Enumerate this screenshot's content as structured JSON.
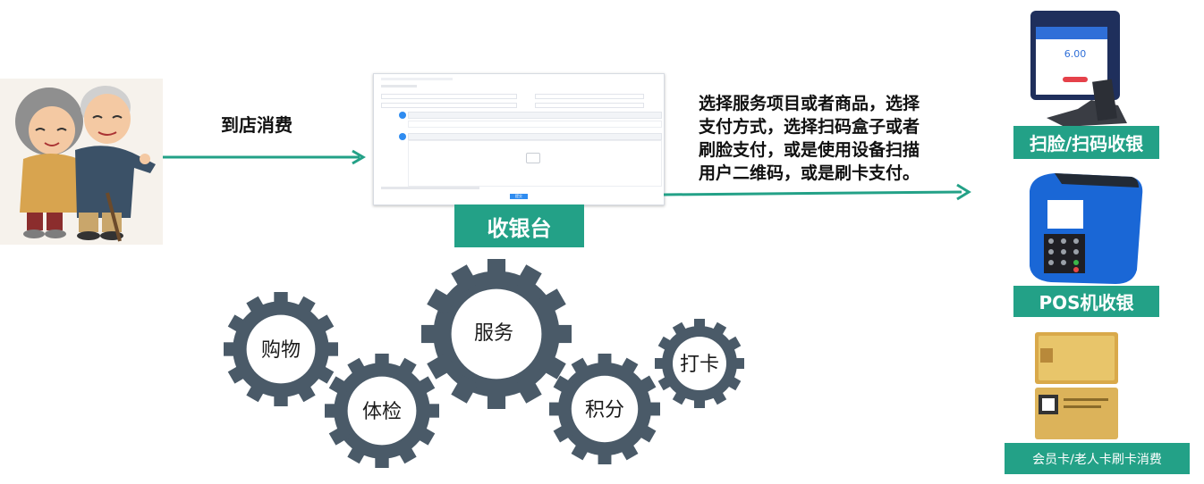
{
  "colors": {
    "green": "#23a187",
    "gear": "#4a5a68",
    "arrow": "#23a187"
  },
  "left": {
    "action_label": "到店消费"
  },
  "center": {
    "cashier_label": "收银台",
    "description_lines": [
      "选择服务项目或者商品，选择",
      "支付方式，选择扫码盒子或者",
      "刷脸支付，或是使用设备扫描",
      "用户二维码，或是刷卡支付。"
    ]
  },
  "devices": {
    "face_scan_label": "扫脸/扫码收银",
    "face_screen_amount": "6.00",
    "pos_label": "POS机收银",
    "card_label": "会员卡/老人卡刷卡消费"
  },
  "gears": [
    {
      "label": "购物"
    },
    {
      "label": "体检"
    },
    {
      "label": "服务"
    },
    {
      "label": "积分"
    },
    {
      "label": "打卡"
    }
  ],
  "cashier_screen": {
    "submit_label": "提交"
  }
}
